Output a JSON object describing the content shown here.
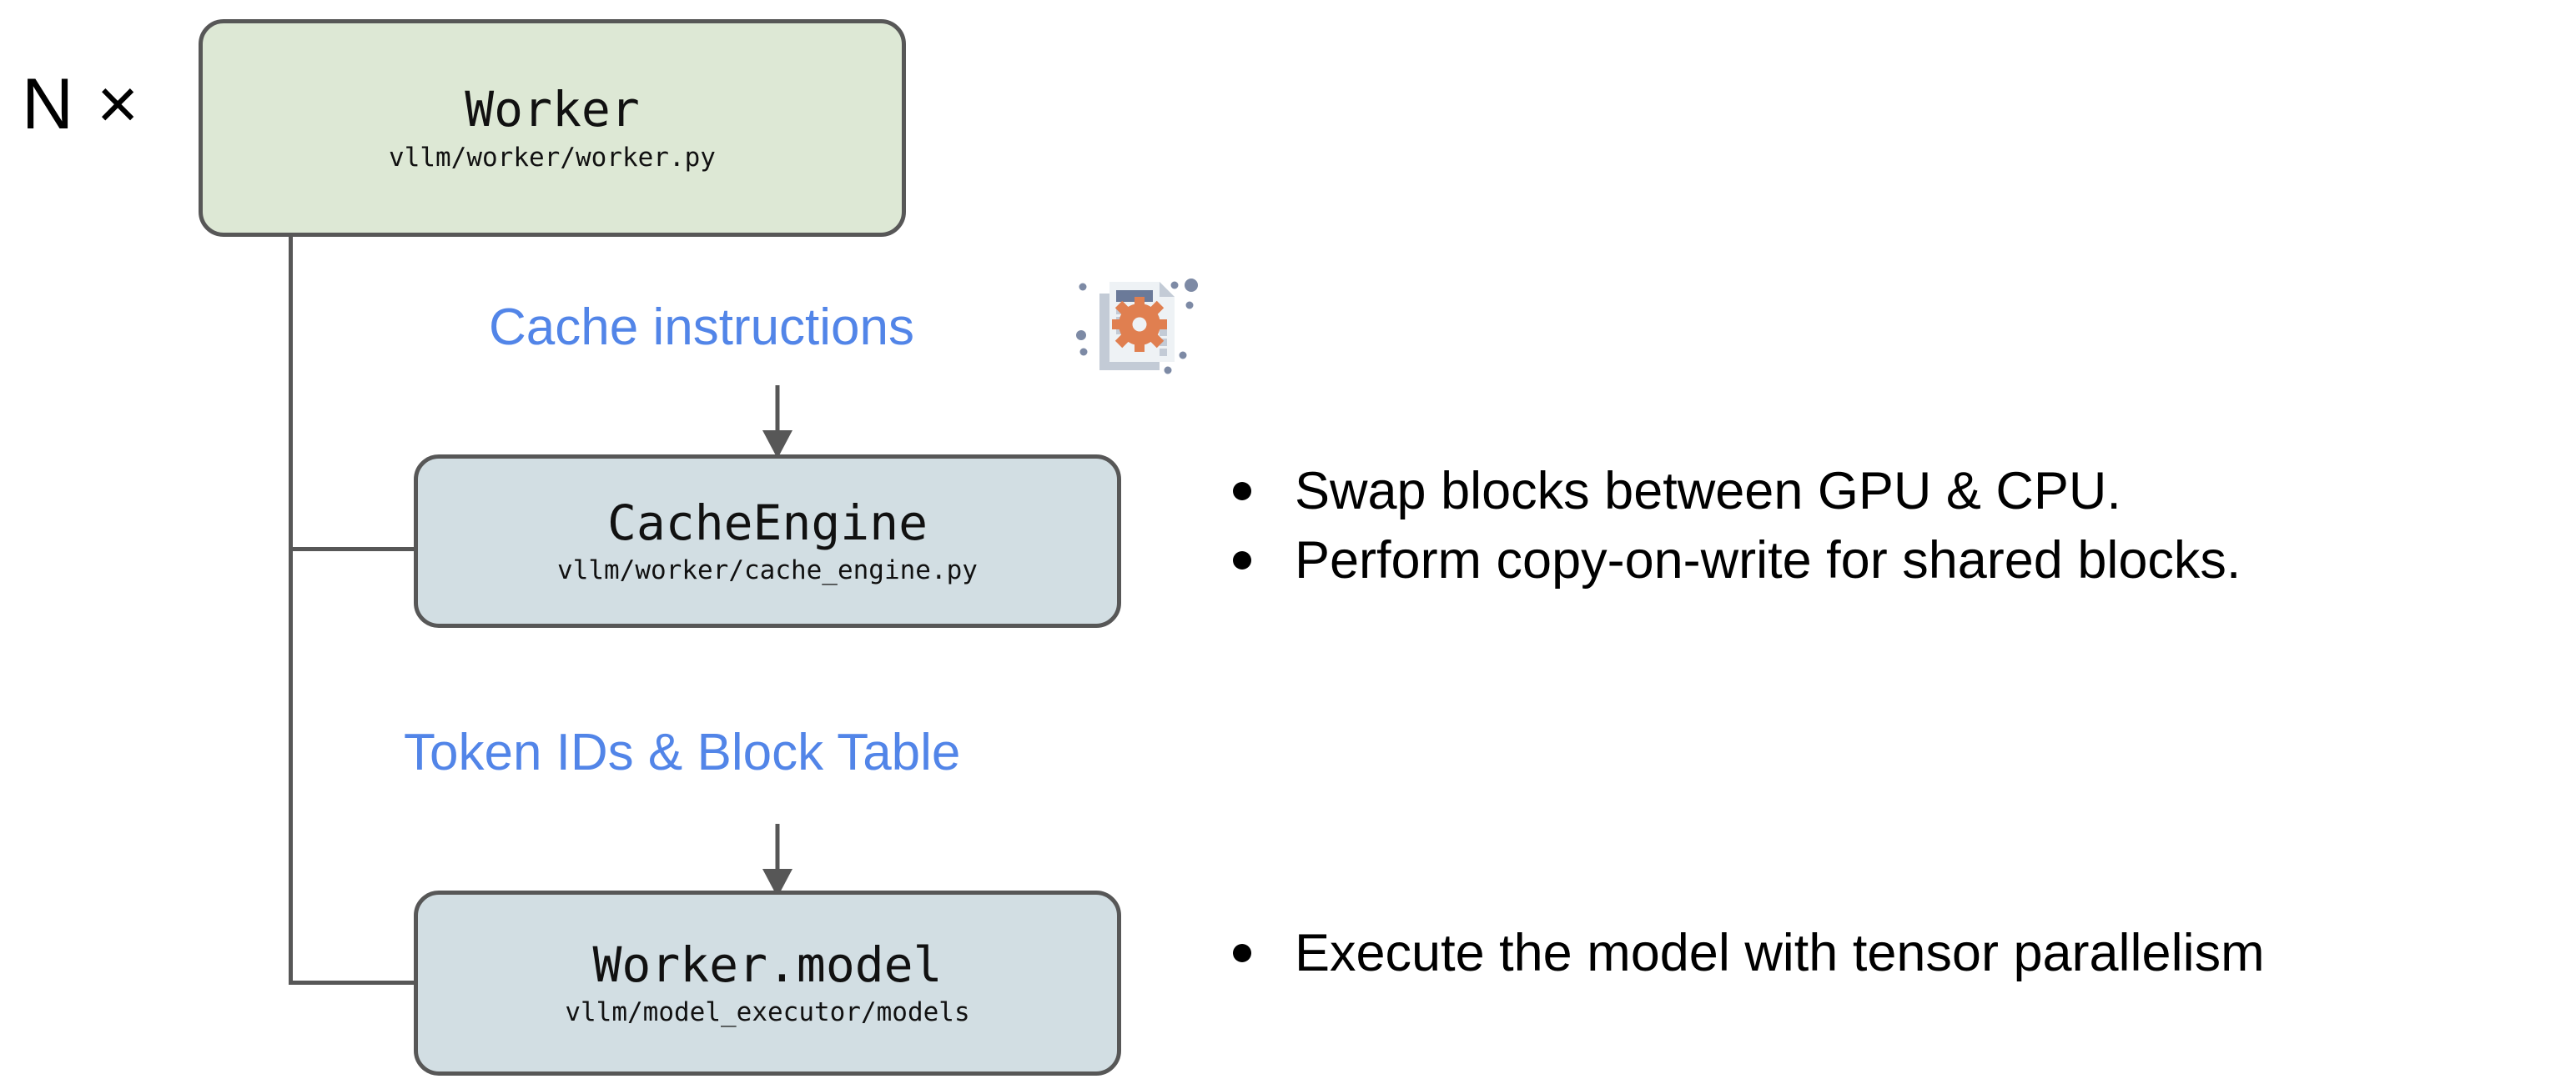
{
  "diagram": {
    "multiplier_label": "N ×",
    "accent_blue": "#5285e8",
    "node_border": "#575757",
    "worker_fill": "#dde8d5",
    "engine_fill": "#d2dee3",
    "nodes": [
      {
        "id": "worker",
        "title": "Worker",
        "path": "vllm/worker/worker.py"
      },
      {
        "id": "cache-engine",
        "title": "CacheEngine",
        "path": "vllm/worker/cache_engine.py"
      },
      {
        "id": "worker-model",
        "title": "Worker.model",
        "path": "vllm/model_executor/models"
      }
    ],
    "edge_labels": [
      {
        "id": "cache-instructions",
        "text": "Cache instructions"
      },
      {
        "id": "token-ids",
        "text": "Token IDs & Block Table"
      }
    ],
    "icons": [
      {
        "id": "cache-doc-gear-icon",
        "name": "document-gear-icon"
      }
    ],
    "annotations": [
      {
        "id": "cache-engine-notes",
        "bullets": [
          "Swap blocks between GPU & CPU.",
          "Perform copy-on-write for shared blocks."
        ]
      },
      {
        "id": "worker-model-notes",
        "bullets": [
          "Execute the model with tensor parallelism"
        ]
      }
    ]
  }
}
